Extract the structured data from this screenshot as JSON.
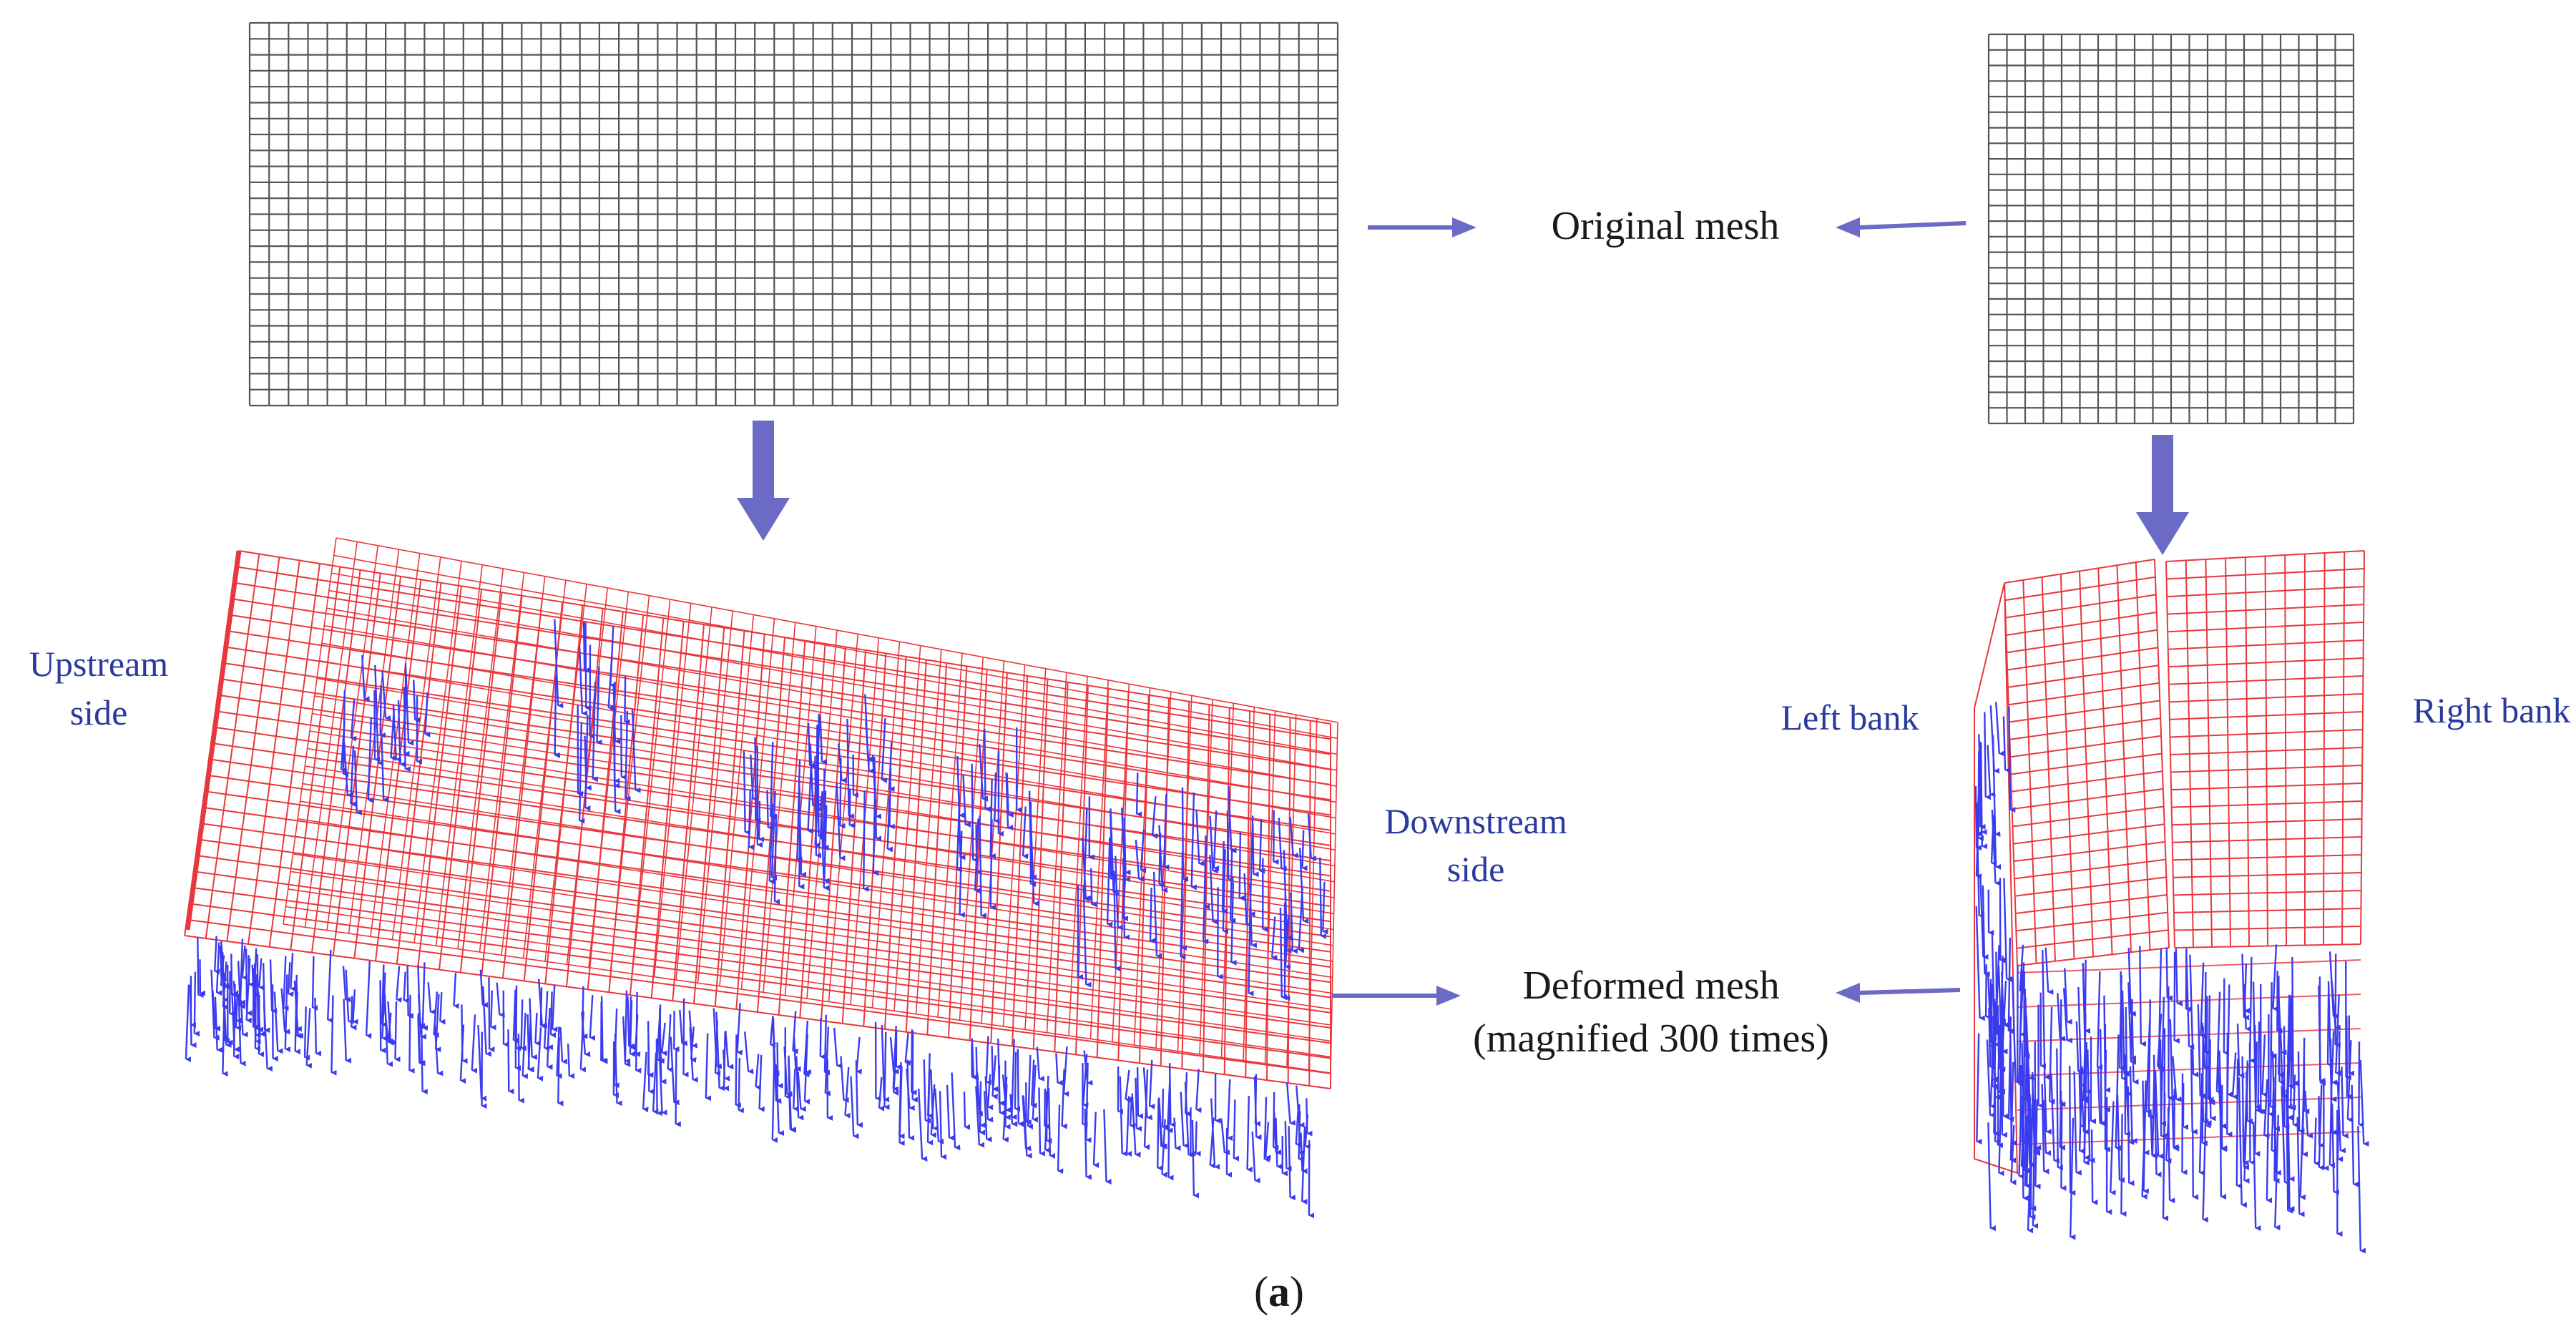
{
  "labels": {
    "original_mesh": "Original mesh",
    "deformed_line1": "Deformed mesh",
    "deformed_line2": "(magnified 300 times)",
    "upstream_line1": "Upstream",
    "upstream_line2": "side",
    "downstream_line1": "Downstream",
    "downstream_line2": "side",
    "left_bank": "Left bank",
    "right_bank": "Right bank",
    "caption_open": "(",
    "caption_letter": "a",
    "caption_close": ")"
  },
  "colors": {
    "mesh_original": "#555555",
    "mesh_deformed": "#e8383d",
    "vector_arrows": "#3b3bf0",
    "flow_arrows": "#6b6bc6",
    "label_dark": "#1a1a1a",
    "label_blue": "#2b3a9e"
  }
}
